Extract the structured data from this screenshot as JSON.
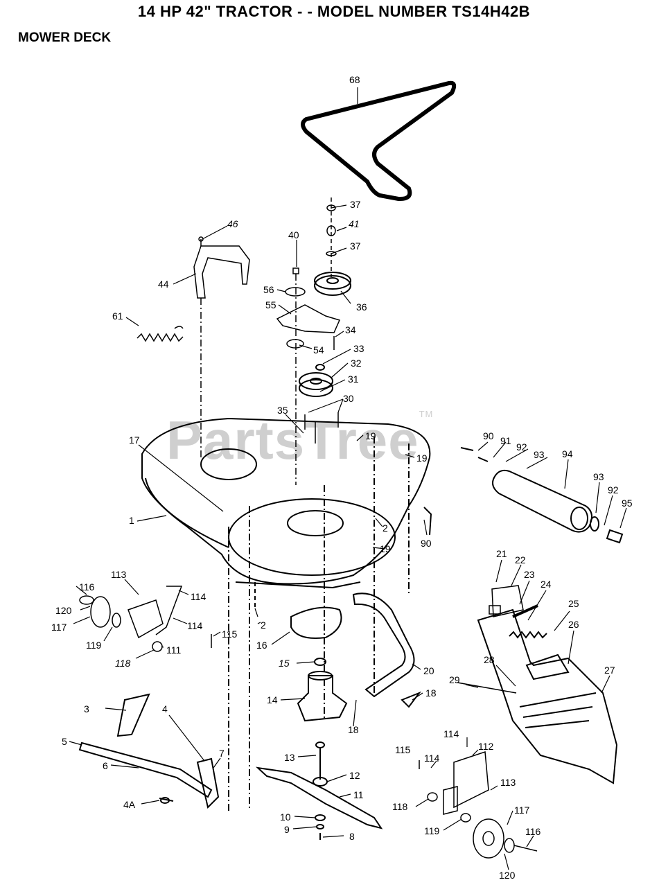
{
  "header": {
    "title": "14 HP 42\" TRACTOR - - MODEL NUMBER TS14H42B",
    "section": "MOWER DECK"
  },
  "watermark": {
    "text": "PartsTree",
    "mark": "TM"
  },
  "callouts": [
    {
      "id": "68",
      "text": "68"
    },
    {
      "id": "37a",
      "text": "37"
    },
    {
      "id": "40",
      "text": "40"
    },
    {
      "id": "41",
      "text": "41"
    },
    {
      "id": "37b",
      "text": "37"
    },
    {
      "id": "46",
      "text": "46"
    },
    {
      "id": "44",
      "text": "44"
    },
    {
      "id": "56",
      "text": "56"
    },
    {
      "id": "55",
      "text": "55"
    },
    {
      "id": "36",
      "text": "36"
    },
    {
      "id": "34",
      "text": "34"
    },
    {
      "id": "61",
      "text": "61"
    },
    {
      "id": "54",
      "text": "54"
    },
    {
      "id": "33",
      "text": "33"
    },
    {
      "id": "32",
      "text": "32"
    },
    {
      "id": "31",
      "text": "31"
    },
    {
      "id": "30",
      "text": "30"
    },
    {
      "id": "35",
      "text": "35"
    },
    {
      "id": "17",
      "text": "17"
    },
    {
      "id": "19a",
      "text": "19"
    },
    {
      "id": "19b",
      "text": "19"
    },
    {
      "id": "90a",
      "text": "90"
    },
    {
      "id": "91",
      "text": "91"
    },
    {
      "id": "92a",
      "text": "92"
    },
    {
      "id": "93a",
      "text": "93"
    },
    {
      "id": "94",
      "text": "94"
    },
    {
      "id": "93b",
      "text": "93"
    },
    {
      "id": "92b",
      "text": "92"
    },
    {
      "id": "95",
      "text": "95"
    },
    {
      "id": "1",
      "text": "1"
    },
    {
      "id": "2a",
      "text": "2"
    },
    {
      "id": "19c",
      "text": "19"
    },
    {
      "id": "90b",
      "text": "90"
    },
    {
      "id": "21",
      "text": "21"
    },
    {
      "id": "22",
      "text": "22"
    },
    {
      "id": "23",
      "text": "23"
    },
    {
      "id": "24",
      "text": "24"
    },
    {
      "id": "25",
      "text": "25"
    },
    {
      "id": "26",
      "text": "26"
    },
    {
      "id": "113a",
      "text": "113"
    },
    {
      "id": "116a",
      "text": "116"
    },
    {
      "id": "114a",
      "text": "114"
    },
    {
      "id": "120a",
      "text": "120"
    },
    {
      "id": "117a",
      "text": "117"
    },
    {
      "id": "114b",
      "text": "114"
    },
    {
      "id": "115a",
      "text": "115"
    },
    {
      "id": "119a",
      "text": "119"
    },
    {
      "id": "111",
      "text": "111"
    },
    {
      "id": "118a",
      "text": "118"
    },
    {
      "id": "2b",
      "text": "2"
    },
    {
      "id": "16",
      "text": "16"
    },
    {
      "id": "15",
      "text": "15"
    },
    {
      "id": "20",
      "text": "20"
    },
    {
      "id": "28",
      "text": "28"
    },
    {
      "id": "29",
      "text": "29"
    },
    {
      "id": "27",
      "text": "27"
    },
    {
      "id": "14",
      "text": "14"
    },
    {
      "id": "18a",
      "text": "18"
    },
    {
      "id": "18b",
      "text": "18"
    },
    {
      "id": "3",
      "text": "3"
    },
    {
      "id": "4",
      "text": "4"
    },
    {
      "id": "5",
      "text": "5"
    },
    {
      "id": "6",
      "text": "6"
    },
    {
      "id": "7",
      "text": "7"
    },
    {
      "id": "13",
      "text": "13"
    },
    {
      "id": "12",
      "text": "12"
    },
    {
      "id": "11",
      "text": "11"
    },
    {
      "id": "4A",
      "text": "4A"
    },
    {
      "id": "10",
      "text": "10"
    },
    {
      "id": "9",
      "text": "9"
    },
    {
      "id": "8",
      "text": "8"
    },
    {
      "id": "114c",
      "text": "114"
    },
    {
      "id": "115b",
      "text": "115"
    },
    {
      "id": "114d",
      "text": "114"
    },
    {
      "id": "112",
      "text": "112"
    },
    {
      "id": "113b",
      "text": "113"
    },
    {
      "id": "118b",
      "text": "118"
    },
    {
      "id": "117b",
      "text": "117"
    },
    {
      "id": "119b",
      "text": "119"
    },
    {
      "id": "116b",
      "text": "116"
    },
    {
      "id": "120b",
      "text": "120"
    }
  ]
}
